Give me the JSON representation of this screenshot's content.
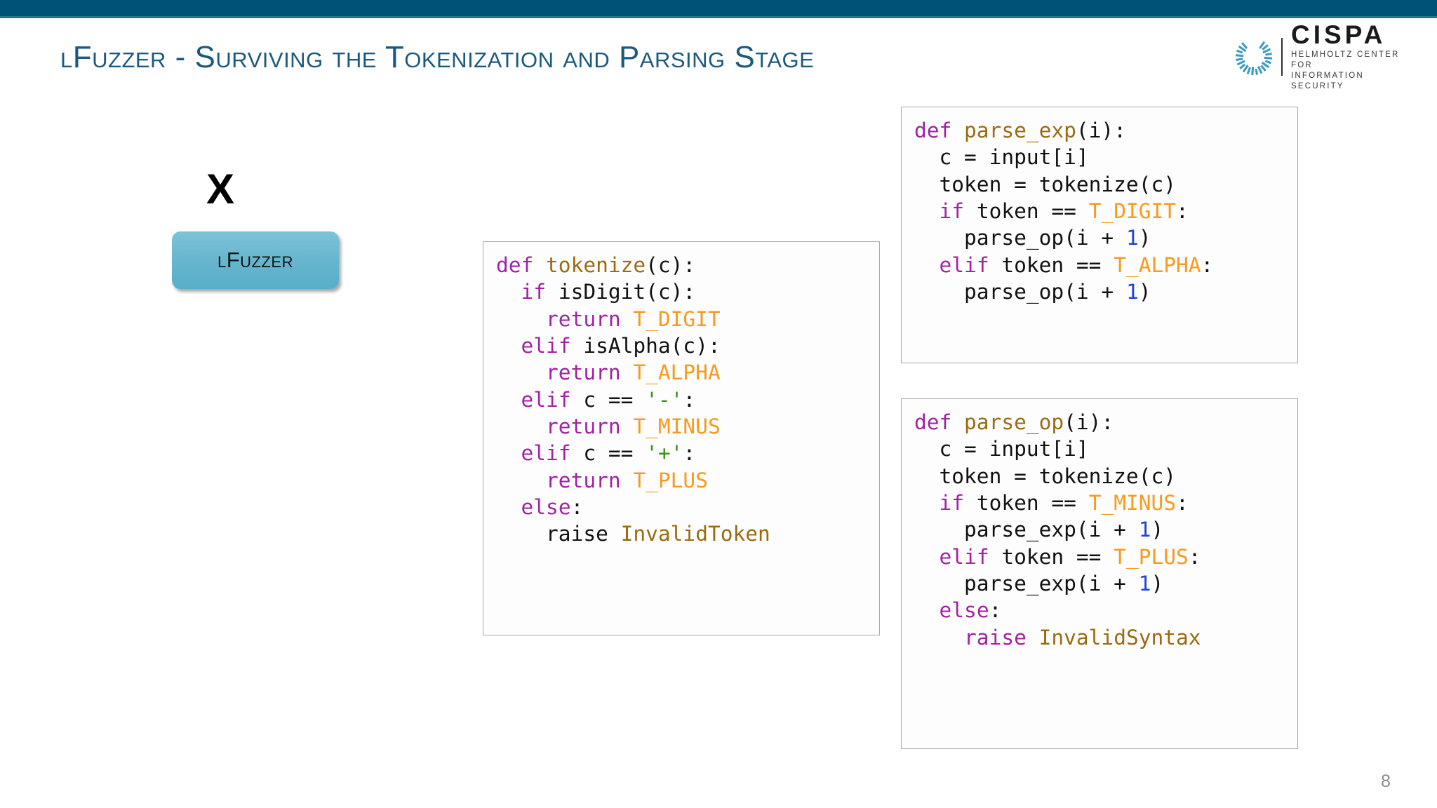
{
  "slide": {
    "title": "lFuzzer - Surviving the Tokenization and Parsing Stage",
    "page_number": "8",
    "accent_bar_color": "#005377",
    "title_color": "#1a5a7e"
  },
  "logo": {
    "word": "CISPA",
    "sub_line_1": "HELMHOLTZ CENTER FOR",
    "sub_line_2": "INFORMATION SECURITY",
    "mark_color": "#3e9bc0"
  },
  "diagram": {
    "x_mark": "X",
    "fuzzer_box_label": "lFuzzer",
    "fuzzer_box_color": "#65b5cd"
  },
  "syntax_colors": {
    "keyword": "#a321a3",
    "function": "#9c6a10",
    "constant": "#f79a1e",
    "string": "#3f8f1b",
    "number": "#1f43dd",
    "plain": "#111111"
  },
  "code_blocks": [
    {
      "name": "tokenize",
      "lines": [
        [
          {
            "t": "def ",
            "c": "kw"
          },
          {
            "t": "tokenize",
            "c": "fn"
          },
          {
            "t": "(c):",
            "c": "plain"
          }
        ],
        [
          {
            "t": "  ",
            "c": "plain"
          },
          {
            "t": "if ",
            "c": "kw"
          },
          {
            "t": "isDigit(c):",
            "c": "plain"
          }
        ],
        [
          {
            "t": "    ",
            "c": "plain"
          },
          {
            "t": "return ",
            "c": "kw"
          },
          {
            "t": "T_DIGIT",
            "c": "const"
          }
        ],
        [
          {
            "t": "  ",
            "c": "plain"
          },
          {
            "t": "elif ",
            "c": "kw"
          },
          {
            "t": "isAlpha(c):",
            "c": "plain"
          }
        ],
        [
          {
            "t": "    ",
            "c": "plain"
          },
          {
            "t": "return ",
            "c": "kw"
          },
          {
            "t": "T_ALPHA",
            "c": "const"
          }
        ],
        [
          {
            "t": "  ",
            "c": "plain"
          },
          {
            "t": "elif ",
            "c": "kw"
          },
          {
            "t": "c == ",
            "c": "plain"
          },
          {
            "t": "'-'",
            "c": "str"
          },
          {
            "t": ":",
            "c": "plain"
          }
        ],
        [
          {
            "t": "    ",
            "c": "plain"
          },
          {
            "t": "return ",
            "c": "kw"
          },
          {
            "t": "T_MINUS",
            "c": "const"
          }
        ],
        [
          {
            "t": "  ",
            "c": "plain"
          },
          {
            "t": "elif ",
            "c": "kw"
          },
          {
            "t": "c == ",
            "c": "plain"
          },
          {
            "t": "'+'",
            "c": "str"
          },
          {
            "t": ":",
            "c": "plain"
          }
        ],
        [
          {
            "t": "    ",
            "c": "plain"
          },
          {
            "t": "return ",
            "c": "kw"
          },
          {
            "t": "T_PLUS",
            "c": "const"
          }
        ],
        [
          {
            "t": "  ",
            "c": "plain"
          },
          {
            "t": "else",
            "c": "kw"
          },
          {
            "t": ":",
            "c": "plain"
          }
        ],
        [
          {
            "t": "    ",
            "c": "plain"
          },
          {
            "t": "raise ",
            "c": "plain"
          },
          {
            "t": "InvalidToken",
            "c": "fn"
          }
        ]
      ]
    },
    {
      "name": "parse_exp",
      "lines": [
        [
          {
            "t": "def ",
            "c": "kw"
          },
          {
            "t": "parse_exp",
            "c": "fn"
          },
          {
            "t": "(i):",
            "c": "plain"
          }
        ],
        [
          {
            "t": "  c = input[i]",
            "c": "plain"
          }
        ],
        [
          {
            "t": "  token = tokenize(c)",
            "c": "plain"
          }
        ],
        [
          {
            "t": "  ",
            "c": "plain"
          },
          {
            "t": "if ",
            "c": "kw"
          },
          {
            "t": "token == ",
            "c": "plain"
          },
          {
            "t": "T_DIGIT",
            "c": "const"
          },
          {
            "t": ":",
            "c": "plain"
          }
        ],
        [
          {
            "t": "    parse_op(i + ",
            "c": "plain"
          },
          {
            "t": "1",
            "c": "num"
          },
          {
            "t": ")",
            "c": "plain"
          }
        ],
        [
          {
            "t": "  ",
            "c": "plain"
          },
          {
            "t": "elif ",
            "c": "kw"
          },
          {
            "t": "token == ",
            "c": "plain"
          },
          {
            "t": "T_ALPHA",
            "c": "const"
          },
          {
            "t": ":",
            "c": "plain"
          }
        ],
        [
          {
            "t": "    parse_op(i + ",
            "c": "plain"
          },
          {
            "t": "1",
            "c": "num"
          },
          {
            "t": ")",
            "c": "plain"
          }
        ]
      ]
    },
    {
      "name": "parse_op",
      "lines": [
        [
          {
            "t": "def ",
            "c": "kw"
          },
          {
            "t": "parse_op",
            "c": "fn"
          },
          {
            "t": "(i):",
            "c": "plain"
          }
        ],
        [
          {
            "t": "  c = input[i]",
            "c": "plain"
          }
        ],
        [
          {
            "t": "  token = tokenize(c)",
            "c": "plain"
          }
        ],
        [
          {
            "t": "  ",
            "c": "plain"
          },
          {
            "t": "if ",
            "c": "kw"
          },
          {
            "t": "token == ",
            "c": "plain"
          },
          {
            "t": "T_MINUS",
            "c": "const"
          },
          {
            "t": ":",
            "c": "plain"
          }
        ],
        [
          {
            "t": "    parse_exp(i + ",
            "c": "plain"
          },
          {
            "t": "1",
            "c": "num"
          },
          {
            "t": ")",
            "c": "plain"
          }
        ],
        [
          {
            "t": "  ",
            "c": "plain"
          },
          {
            "t": "elif ",
            "c": "kw"
          },
          {
            "t": "token == ",
            "c": "plain"
          },
          {
            "t": "T_PLUS",
            "c": "const"
          },
          {
            "t": ":",
            "c": "plain"
          }
        ],
        [
          {
            "t": "    parse_exp(i + ",
            "c": "plain"
          },
          {
            "t": "1",
            "c": "num"
          },
          {
            "t": ")",
            "c": "plain"
          }
        ],
        [
          {
            "t": "  ",
            "c": "plain"
          },
          {
            "t": "else",
            "c": "kw"
          },
          {
            "t": ":",
            "c": "plain"
          }
        ],
        [
          {
            "t": "    ",
            "c": "plain"
          },
          {
            "t": "raise ",
            "c": "kw"
          },
          {
            "t": "InvalidSyntax",
            "c": "fn"
          }
        ]
      ]
    }
  ]
}
